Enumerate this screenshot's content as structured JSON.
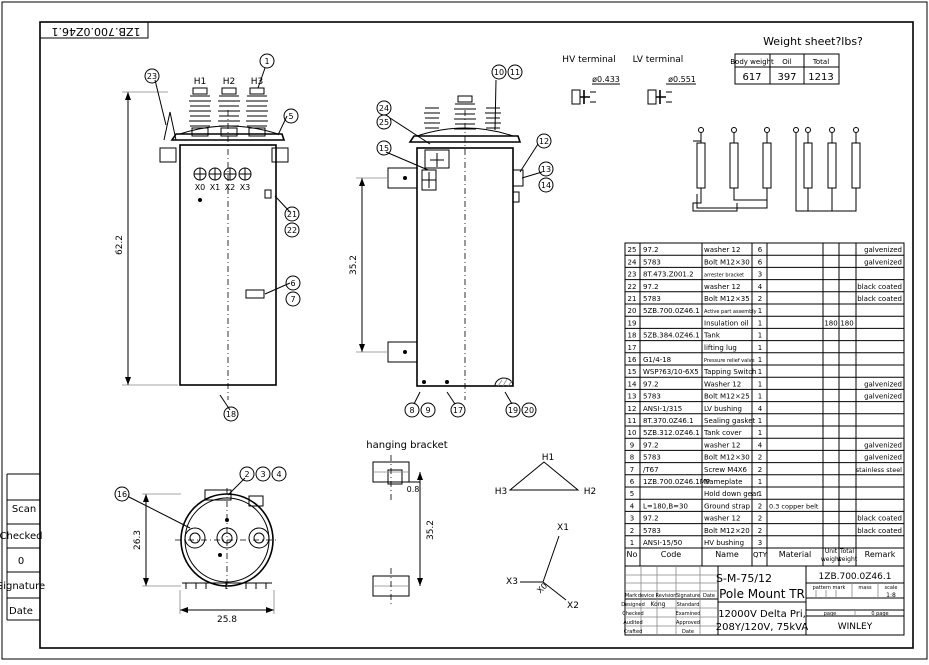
{
  "drawing_number_rotated": "1ZB.700.0Z46.1",
  "weight_sheet": {
    "title": "Weight sheet?lbs?",
    "headers": [
      "Body weight",
      "Oil",
      "Total"
    ],
    "values": [
      "617",
      "397",
      "1213"
    ]
  },
  "terminals": {
    "hv_label": "HV terminal",
    "hv_dim": "ø0.433",
    "lv_label": "LV terminal",
    "lv_dim": "ø0.551"
  },
  "front_view": {
    "bushing_labels": [
      "H1",
      "H2",
      "H3"
    ],
    "lv_labels": [
      "X0",
      "X1",
      "X2",
      "X3"
    ],
    "height_dim": "62.2"
  },
  "side_view": {
    "dim": "35.2"
  },
  "hanging_bracket": {
    "title": "hanging bracket",
    "dim_small": "0.8",
    "dim_vert": "35.2"
  },
  "bottom_view": {
    "width_dim": "25.8",
    "height_dim": "26.3"
  },
  "vector": {
    "delta_labels": [
      "H1",
      "H2",
      "H3"
    ],
    "star_labels": [
      "X1",
      "X2",
      "X3",
      "X0"
    ]
  },
  "callouts": {
    "front": [
      "1",
      "5",
      "23",
      "21",
      "22",
      "6",
      "7",
      "18"
    ],
    "side": [
      "24",
      "25",
      "15",
      "10",
      "11",
      "12",
      "13",
      "14",
      "8",
      "9",
      "17",
      "19",
      "20"
    ],
    "bottom": [
      "16",
      "2",
      "3",
      "4"
    ]
  },
  "left_block": {
    "labels": [
      "Scan",
      "Checked",
      "0",
      "Signature",
      "Date"
    ]
  },
  "bom": {
    "columns": [
      "No",
      "Code",
      "Name",
      "QTY",
      "Material",
      "Unit weight",
      "Total weight",
      "Remark"
    ],
    "unit_header_lines": [
      "Unit",
      "weight"
    ],
    "total_header_lines": [
      "Total",
      "weight"
    ],
    "rows": [
      [
        "25",
        "97.2",
        "washer 12",
        "6",
        "",
        "",
        "",
        "galvenized"
      ],
      [
        "24",
        "5783",
        "Bolt M12×30",
        "6",
        "",
        "",
        "",
        "galvenized"
      ],
      [
        "23",
        "8T.473.Z001.2",
        "arrester bracket",
        "3",
        "",
        "",
        "",
        ""
      ],
      [
        "22",
        "97.2",
        "washer 12",
        "4",
        "",
        "",
        "",
        "black coated"
      ],
      [
        "21",
        "5783",
        "Bolt M12×35",
        "2",
        "",
        "",
        "",
        "black coated"
      ],
      [
        "20",
        "5ZB.700.0Z46.1",
        "Active part assembly",
        "1",
        "",
        "",
        "",
        ""
      ],
      [
        "19",
        "",
        "Insulation oil",
        "1",
        "",
        "180",
        "180",
        ""
      ],
      [
        "18",
        "5ZB.384.0Z46.1",
        "Tank",
        "1",
        "",
        "",
        "",
        ""
      ],
      [
        "17",
        "",
        "lifting lug",
        "1",
        "",
        "",
        "",
        ""
      ],
      [
        "16",
        "G1/4-18",
        "Pressure relief valve",
        "1",
        "",
        "",
        "",
        ""
      ],
      [
        "15",
        "WSP?63/10-6X5",
        "Tapping Switch",
        "1",
        "",
        "",
        "",
        ""
      ],
      [
        "14",
        "97.2",
        "Washer 12",
        "1",
        "",
        "",
        "",
        "galvenized"
      ],
      [
        "13",
        "5783",
        "Bolt M12×25",
        "1",
        "",
        "",
        "",
        "galvenized"
      ],
      [
        "12",
        "ANSI-1/315",
        "LV bushing",
        "4",
        "",
        "",
        "",
        ""
      ],
      [
        "11",
        "8T.370.0Z46.1",
        "Sealing gasket",
        "1",
        "",
        "",
        "",
        ""
      ],
      [
        "10",
        "5ZB.312.0Z46.1",
        "Tank cover",
        "1",
        "",
        "",
        "",
        ""
      ],
      [
        "9",
        "97.2",
        "washer 12",
        "4",
        "",
        "",
        "",
        "galvenized"
      ],
      [
        "8",
        "5783",
        "Bolt M12×30",
        "2",
        "",
        "",
        "",
        "galvenized"
      ],
      [
        "7",
        "/T67",
        "Screw M4X6",
        "2",
        "",
        "",
        "",
        "stainless steel"
      ],
      [
        "6",
        "1ZB.700.0Z46.1MP",
        "Nameplate",
        "1",
        "",
        "",
        "",
        ""
      ],
      [
        "5",
        "",
        "Hold down gear",
        "1",
        "",
        "",
        "",
        ""
      ],
      [
        "4",
        "L=180,B=30",
        "Ground strap",
        "2",
        "0.3 copper belt",
        "",
        "",
        ""
      ],
      [
        "3",
        "97.2",
        "washer 12",
        "2",
        "",
        "",
        "",
        "black coated"
      ],
      [
        "2",
        "5783",
        "Bolt M12×20",
        "2",
        "",
        "",
        "",
        "black coated"
      ],
      [
        "1",
        "ANSI-15/50",
        "HV bushing",
        "3",
        "",
        "",
        "",
        ""
      ]
    ]
  },
  "title_block": {
    "drawing_code": "S-M-75/12",
    "doc_number": "1ZB.700.0Z46.1",
    "title": "Pole Mount TR",
    "spec_line1": "12000V Delta Pri,",
    "spec_line2": "208Y/120V, 75kVA",
    "company": "WINLEY",
    "small_headers": [
      "Mark",
      "device",
      "Revision",
      "Signature",
      "Date"
    ],
    "roles_left": [
      "Designed",
      "Checked",
      "Audited",
      "Crafted"
    ],
    "names_left": [
      "Kong",
      "",
      "",
      ""
    ],
    "roles_right": [
      "Standard",
      "Examined",
      "Approved",
      "Date"
    ],
    "pattern_mark": "pattern mark",
    "mass": "mass",
    "scale": "scale",
    "scale_value": "1:8",
    "page_left": "page",
    "page_right": "0  page"
  }
}
